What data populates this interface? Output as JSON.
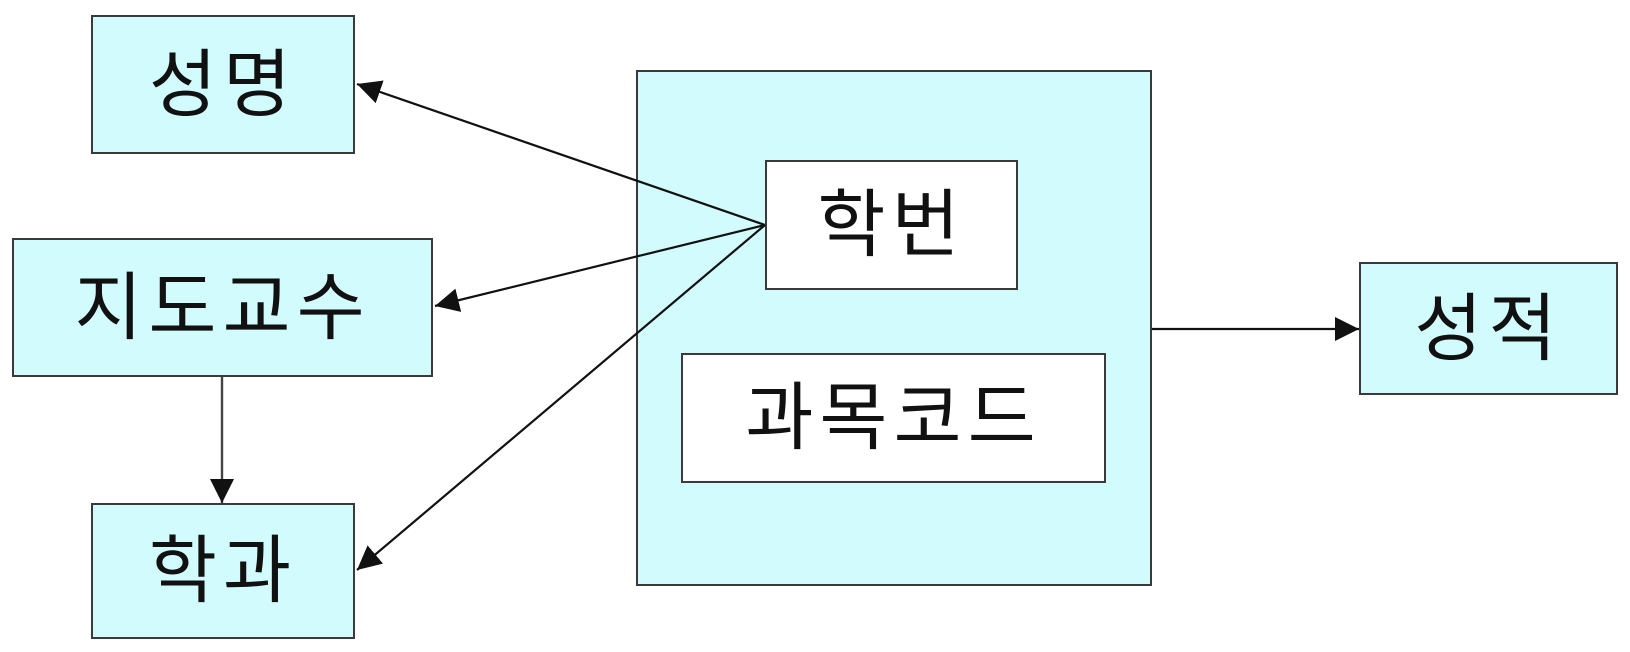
{
  "nodes": {
    "name": "성명",
    "advisor": "지도교수",
    "department": "학과",
    "student_id": "학번",
    "course_code": "과목코드",
    "grade": "성적"
  },
  "colors": {
    "node_fill": "#d2fbfd",
    "key_fill": "#ffffff",
    "border": "#3a3a3a",
    "edge": "#111111"
  }
}
